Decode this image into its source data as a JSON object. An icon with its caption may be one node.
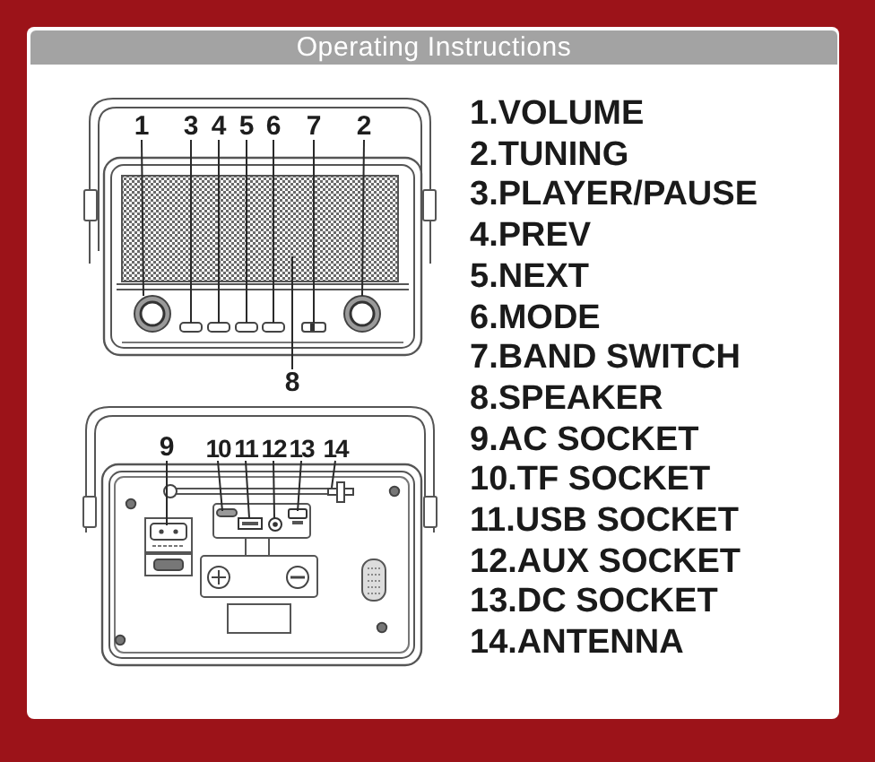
{
  "diagram": {
    "title": "Operating Instructions",
    "nodes": [
      {
        "text": [
          "1"
        ]
      },
      {
        "text": [
          "3"
        ]
      },
      {
        "text": [
          "4"
        ]
      },
      {
        "text": [
          "5"
        ]
      },
      {
        "text": [
          "6"
        ]
      },
      {
        "text": [
          "7"
        ]
      },
      {
        "text": [
          "2"
        ]
      },
      {
        "text": [
          "8"
        ]
      },
      {
        "text": [
          "9"
        ]
      },
      {
        "text": [
          "10"
        ]
      },
      {
        "text": [
          "11"
        ]
      },
      {
        "text": [
          "12"
        ]
      },
      {
        "text": [
          "13"
        ]
      },
      {
        "text": [
          "14"
        ]
      }
    ],
    "edges": [
      {
        "from": 0,
        "to": null,
        "arrow": "none"
      },
      {
        "from": 1,
        "to": null,
        "arrow": "none"
      },
      {
        "from": 2,
        "to": null,
        "arrow": "none"
      },
      {
        "from": 3,
        "to": null,
        "arrow": "none"
      },
      {
        "from": 4,
        "to": null,
        "arrow": "none"
      },
      {
        "from": 5,
        "to": null,
        "arrow": "none"
      },
      {
        "from": 6,
        "to": null,
        "arrow": "none"
      },
      {
        "from": 7,
        "to": null,
        "arrow": "none"
      },
      {
        "from": 8,
        "to": null,
        "arrow": "none"
      },
      {
        "from": 9,
        "to": null,
        "arrow": "none"
      },
      {
        "from": 10,
        "to": null,
        "arrow": "none"
      },
      {
        "from": 11,
        "to": null,
        "arrow": "none"
      },
      {
        "from": 12,
        "to": null,
        "arrow": "none"
      },
      {
        "from": 13,
        "to": null,
        "arrow": "none"
      }
    ],
    "labels": [
      "1.VOLUME",
      "2.TUNING",
      "3.PLAYER/PAUSE",
      "4.PREV",
      "5.NEXT",
      "6.MODE",
      "7.BAND SWITCH",
      "8.SPEAKER",
      "9.AC SOCKET",
      "10.TF SOCKET",
      "11.USB SOCKET",
      "12.AUX SOCKET",
      "13.DC SOCKET",
      "14.ANTENNA"
    ]
  }
}
